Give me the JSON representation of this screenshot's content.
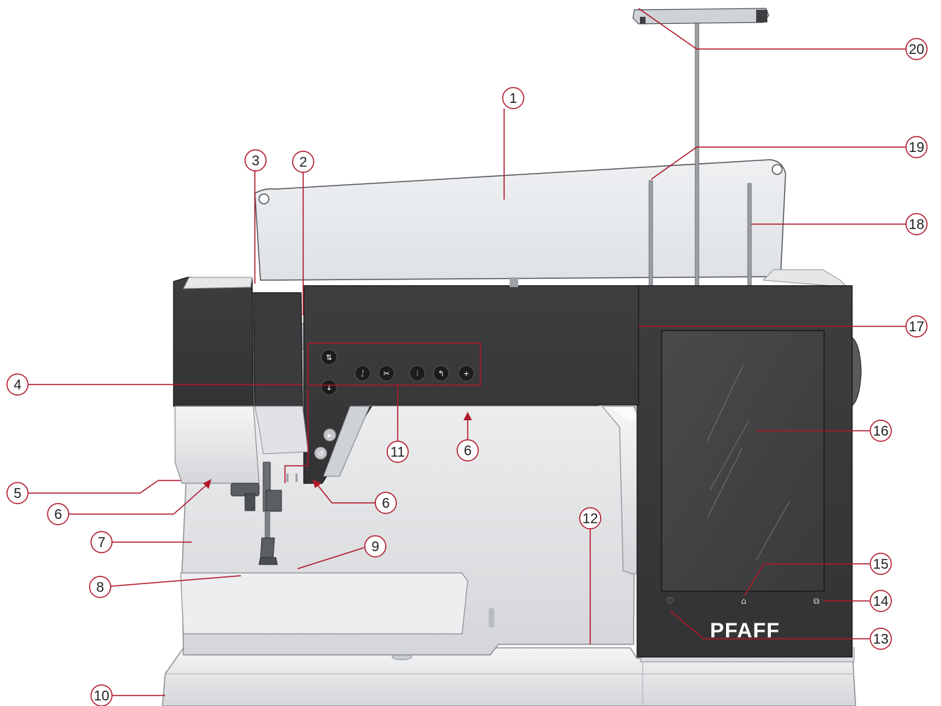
{
  "machine": {
    "brand": "PFAFF",
    "colors": {
      "callout_line": "#b0172a",
      "body_dark": "#3a3a3c",
      "body_light": "#e4e5e7",
      "screen": "#414143",
      "accent": "#b0172a"
    }
  },
  "callouts": [
    {
      "id": "c1",
      "label": "1"
    },
    {
      "id": "c2",
      "label": "2"
    },
    {
      "id": "c3",
      "label": "3"
    },
    {
      "id": "c4",
      "label": "4"
    },
    {
      "id": "c5",
      "label": "5"
    },
    {
      "id": "c6a",
      "label": "6"
    },
    {
      "id": "c6b",
      "label": "6"
    },
    {
      "id": "c6c",
      "label": "6"
    },
    {
      "id": "c7",
      "label": "7"
    },
    {
      "id": "c8",
      "label": "8"
    },
    {
      "id": "c9",
      "label": "9"
    },
    {
      "id": "c10",
      "label": "10"
    },
    {
      "id": "c11",
      "label": "11"
    },
    {
      "id": "c12",
      "label": "12"
    },
    {
      "id": "c13",
      "label": "13"
    },
    {
      "id": "c14",
      "label": "14"
    },
    {
      "id": "c15",
      "label": "15"
    },
    {
      "id": "c16",
      "label": "16"
    },
    {
      "id": "c17",
      "label": "17"
    },
    {
      "id": "c18",
      "label": "18"
    },
    {
      "id": "c19",
      "label": "19"
    },
    {
      "id": "c20",
      "label": "20"
    }
  ],
  "icons": {
    "needle_up_down": "needle-up-down-icon",
    "needle_down": "needle-down-icon",
    "presser_foot": "presser-foot-icon",
    "thread_cutter": "scissors-icon",
    "stitch_restart": "stitch-restart-icon",
    "reverse": "reverse-icon",
    "tie_off": "tie-off-icon",
    "start_stop": "start-stop-icon",
    "reverse_side": "reverse-side-icon",
    "favorite": "heart-icon",
    "home": "home-icon",
    "windows": "windows-icon"
  }
}
